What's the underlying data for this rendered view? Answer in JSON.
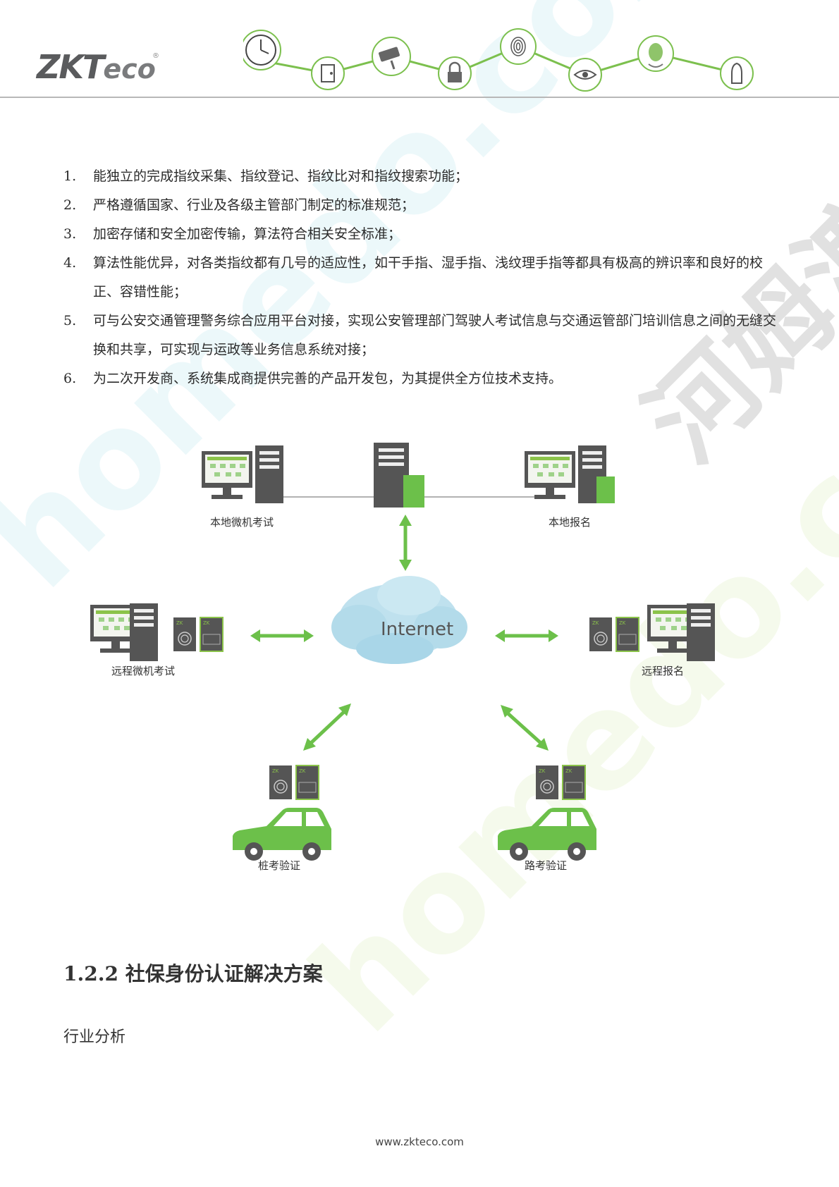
{
  "header": {
    "logo_text_zk": "ZKT",
    "logo_text_eco": "eco",
    "logo_reg": "®",
    "chain_icons": [
      "clock-icon",
      "door-icon",
      "camera-icon",
      "lock-icon",
      "fingerprint-icon",
      "eye-icon",
      "face-icon",
      "hand-icon"
    ]
  },
  "requirements": [
    {
      "num": "1.",
      "text": "能独立的完成指纹采集、指纹登记、指纹比对和指纹搜索功能；"
    },
    {
      "num": "2.",
      "text": "严格遵循国家、行业及各级主管部门制定的标准规范；"
    },
    {
      "num": "3.",
      "text": "加密存储和安全加密传输，算法符合相关安全标准；"
    },
    {
      "num": "4.",
      "text": "算法性能优异，对各类指纹都有几号的适应性，如干手指、湿手指、浅纹理手指等都具有极高的辨识率和良好的校正、容错性能；"
    },
    {
      "num": "5.",
      "text": "可与公安交通管理警务综合应用平台对接，实现公安管理部门驾驶人考试信息与交通运管部门培训信息之间的无缝交换和共享，可实现与运政等业务信息系统对接；"
    },
    {
      "num": "6.",
      "text": "为二次开发商、系统集成商提供完善的产品开发包，为其提供全方位技术支持。"
    }
  ],
  "diagram": {
    "internet_label": "Internet",
    "local_exam_label": "本地微机考试",
    "local_register_label": "本地报名",
    "remote_exam_label": "远程微机考试",
    "remote_register_label": "远程报名",
    "pile_test_label": "桩考验证",
    "road_test_label": "路考验证",
    "colors": {
      "accent_green": "#6cc04a",
      "device_gray": "#5a5a5a",
      "cloud_blue": "#a9d6e8"
    }
  },
  "section": {
    "title": "1.2.2 社保身份认证解决方案",
    "subtitle": "行业分析"
  },
  "watermarks": {
    "cyan": "homedo.com",
    "green": "homedo.com",
    "gray": "河姆渡"
  },
  "footer": {
    "url": "www.zkteco.com"
  }
}
